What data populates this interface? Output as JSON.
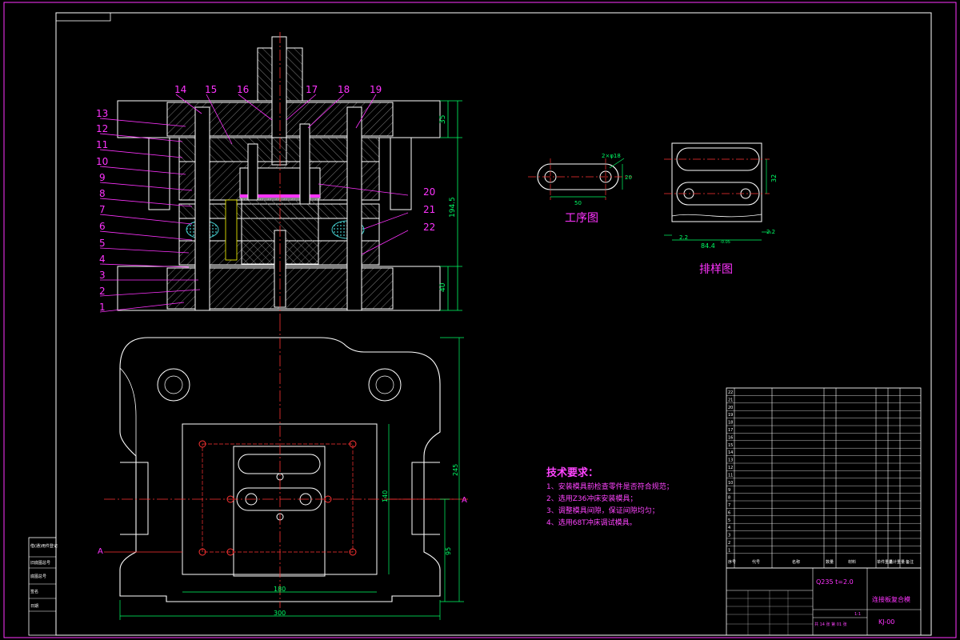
{
  "colors": {
    "background": "#000000",
    "frame": "#ff33ff",
    "outline": "#ffffff",
    "dimension": "#00ff66",
    "centerline": "#ff3333",
    "callout": "#ff33ff",
    "hatch": "#8a8a8a",
    "accent_yellow": "#ffff00",
    "rubber": "#44cccc"
  },
  "callouts": {
    "left": [
      "13",
      "12",
      "11",
      "10",
      "9",
      "8",
      "7",
      "6",
      "5",
      "4",
      "3",
      "2",
      "1"
    ],
    "top": [
      "14",
      "15",
      "16",
      "17",
      "18",
      "19"
    ],
    "right": [
      "20",
      "21",
      "22"
    ]
  },
  "dimensions": {
    "section_top": "35",
    "section_height": "194.5",
    "section_bottom": "40",
    "part_hole": "2×φ18",
    "part_height": "20",
    "part_pitch": "50",
    "strip_pitch": "32",
    "strip_width": "84.4",
    "strip_tol": "-0.05",
    "strip_margin_left": "2.2",
    "strip_margin_right": "2.2",
    "plan_width": "300",
    "plan_inner_width": "180",
    "plan_height": "245",
    "plan_inner_height": "140",
    "plan_offset": "95"
  },
  "labels": {
    "process_drawing": "工序图",
    "layout_drawing": "排样图",
    "section_a_left": "A",
    "section_a_right": "A"
  },
  "tech_requirements": {
    "title": "技术要求：",
    "items": [
      "1、安装模具前检查零件是否符合规范；",
      "2、选用Z36冲床安装模具；",
      "3、调整模具间隙，保证间隙均匀；",
      "4、选用68T冲床调试模具。"
    ]
  },
  "title_block": {
    "material": "Q235 t=2.0",
    "drawing_name": "连接板复合模",
    "drawing_code": "KJ-00",
    "scale": "1:1",
    "sheet_info": "共 14 张   第 01 张",
    "bom_header": [
      "序号",
      "代号",
      "名称",
      "数量",
      "材料",
      "单件重量",
      "总计重量",
      "备注"
    ],
    "left_strip": [
      "借(通)用件登记",
      "旧底图总号",
      "底图总号",
      "签名",
      "日期"
    ],
    "row_numbers": [
      "22",
      "21",
      "20",
      "19",
      "18",
      "17",
      "16",
      "15",
      "14",
      "13",
      "12",
      "11",
      "10",
      "9",
      "8",
      "7",
      "6",
      "5",
      "4",
      "3",
      "2",
      "1"
    ]
  }
}
